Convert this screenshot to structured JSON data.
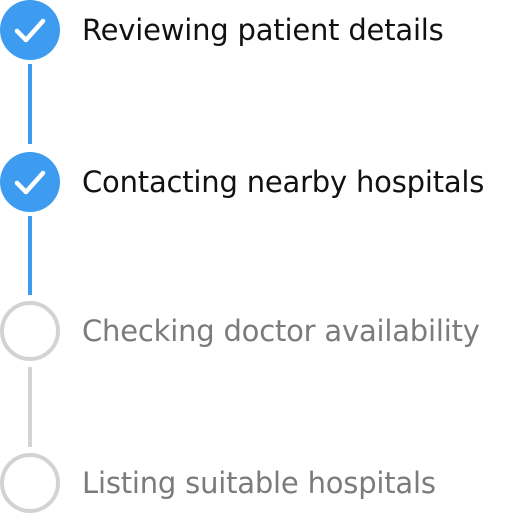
{
  "steps": [
    {
      "label": "Reviewing patient details",
      "status": "completed"
    },
    {
      "label": "Contacting nearby hospitals",
      "status": "completed"
    },
    {
      "label": "Checking doctor availability",
      "status": "pending"
    },
    {
      "label": "Listing suitable hospitals",
      "status": "pending"
    }
  ],
  "icons": {
    "completed": "checkmark-icon",
    "pending": "empty-circle-icon"
  },
  "colors": {
    "accent": "#3d9bf0",
    "pending_gray": "#d3d3d3",
    "done_text": "#111111",
    "pending_text": "#7b7b7b"
  }
}
